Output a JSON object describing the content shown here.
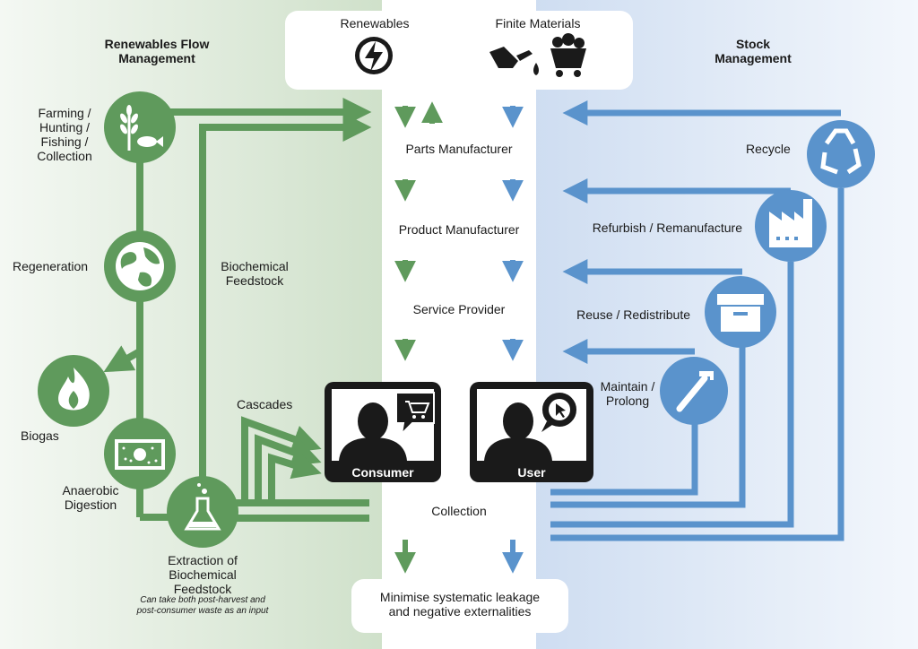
{
  "colors": {
    "green": "#5f9a5c",
    "blue": "#5a93cc",
    "left_bg_start": "#c9dcc4",
    "right_bg_start": "#c9d9ef",
    "dark": "#1a1a1a"
  },
  "header": {
    "renewables": "Renewables",
    "finite_materials": "Finite Materials",
    "renewables_flow_line1": "Renewables Flow",
    "renewables_flow_line2": "Management",
    "stock_line1": "Stock",
    "stock_line2": "Management"
  },
  "stages": {
    "parts": "Parts Manufacturer",
    "product": "Product Manufacturer",
    "service": "Service Provider",
    "collection": "Collection",
    "leakage_line1": "Minimise systematic leakage",
    "leakage_line2": "and negative externalities"
  },
  "actors": {
    "consumer": "Consumer",
    "user": "User"
  },
  "left_loops": {
    "farming": [
      "Farming /",
      "Hunting /",
      "Fishing /",
      "Collection"
    ],
    "regeneration": "Regeneration",
    "biogas": "Biogas",
    "anaerobic": [
      "Anaerobic",
      "Digestion"
    ],
    "extraction": [
      "Extraction of",
      "Biochemical",
      "Feedstock"
    ],
    "extraction_note": [
      "Can take both post-harvest and",
      "post-consumer waste as an input"
    ],
    "biochemical_feedstock": [
      "Biochemical",
      "Feedstock"
    ],
    "cascades": "Cascades"
  },
  "right_loops": {
    "recycle": "Recycle",
    "refurbish": "Refurbish / Remanufacture",
    "reuse": "Reuse / Redistribute",
    "maintain": [
      "Maintain /",
      "Prolong"
    ]
  }
}
